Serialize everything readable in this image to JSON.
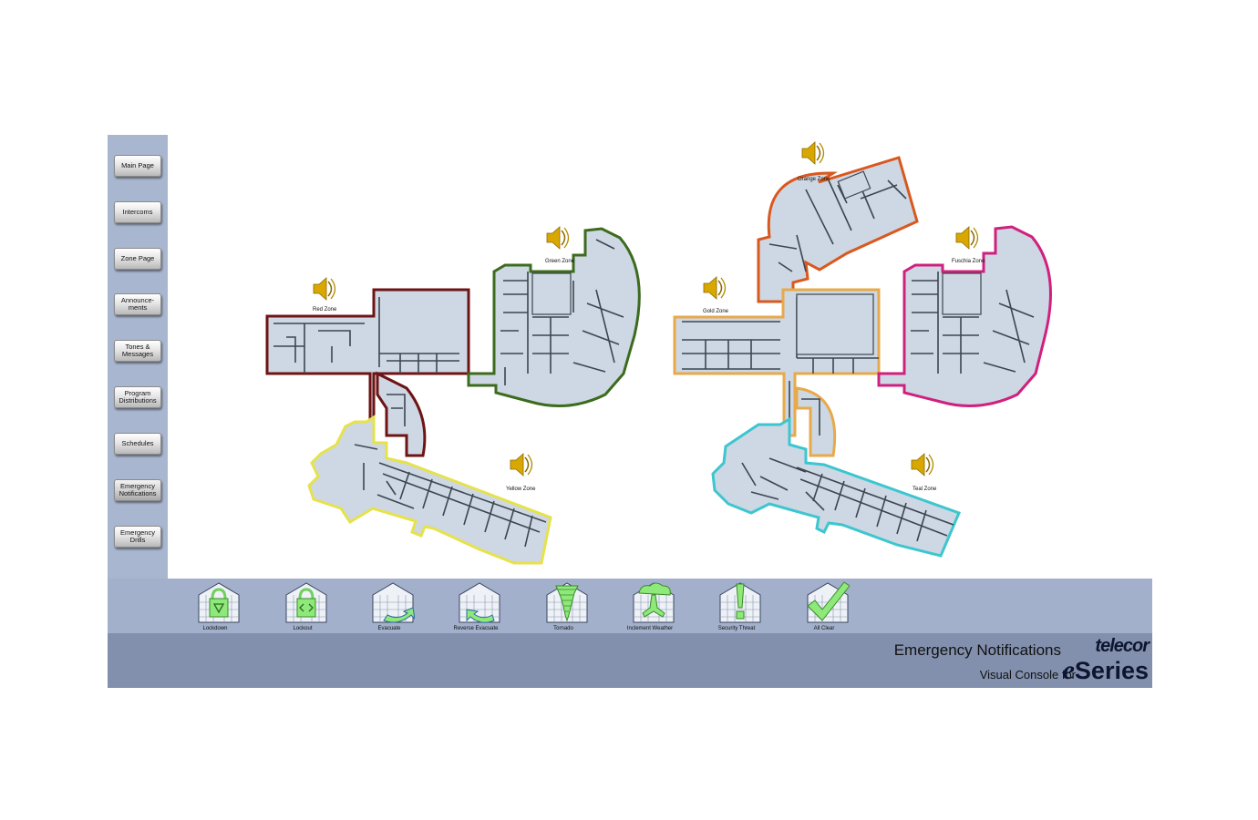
{
  "sidebar": {
    "items": [
      {
        "label": "Main Page"
      },
      {
        "label": "Intercoms"
      },
      {
        "label": "Zone Page"
      },
      {
        "label": "Announce-\nments"
      },
      {
        "label": "Tones &\nMessages"
      },
      {
        "label": "Program\nDistributions"
      },
      {
        "label": "Schedules"
      },
      {
        "label": "Emergency\nNotifications"
      },
      {
        "label": "Emergency\nDrills"
      }
    ]
  },
  "zones": {
    "red": {
      "label": "Red Zone",
      "color": "#6e1414"
    },
    "green": {
      "label": "Green Zone",
      "color": "#3d6b1e"
    },
    "yellow": {
      "label": "Yellow Zone",
      "color": "#e6e24a"
    },
    "orange": {
      "label": "Orange Zone",
      "color": "#d9581e"
    },
    "fuschia": {
      "label": "Fuschia Zone",
      "color": "#d0207e"
    },
    "gold": {
      "label": "Gold Zone",
      "color": "#e8a94a"
    },
    "teal": {
      "label": "Teal Zone",
      "color": "#3cc6cf"
    }
  },
  "toolbar": {
    "items": [
      {
        "label": "Lockdown",
        "icon": "lock-down-icon"
      },
      {
        "label": "Lockout",
        "icon": "lock-out-icon"
      },
      {
        "label": "Evacuate",
        "icon": "evacuate-icon"
      },
      {
        "label": "Reverse Evacuate",
        "icon": "reverse-evacuate-icon"
      },
      {
        "label": "Tornado",
        "icon": "tornado-icon"
      },
      {
        "label": "Inclement Weather",
        "icon": "inclement-weather-icon"
      },
      {
        "label": "Security Threat",
        "icon": "security-threat-icon"
      },
      {
        "label": "All Clear",
        "icon": "all-clear-icon"
      }
    ]
  },
  "footer": {
    "title": "Emergency Notifications",
    "subtitle": "Visual Console for",
    "brand_top": "telecor",
    "brand_e": "e",
    "brand_series": "Series"
  },
  "colors": {
    "sidebar_bg": "#a9b6cf",
    "toolbar_bg": "#a3b0cb",
    "footer_bg": "#8290ad",
    "floor_fill": "#cdd8e4",
    "icon_green": "#8ee87a",
    "speaker_gold": "#d9a800"
  }
}
